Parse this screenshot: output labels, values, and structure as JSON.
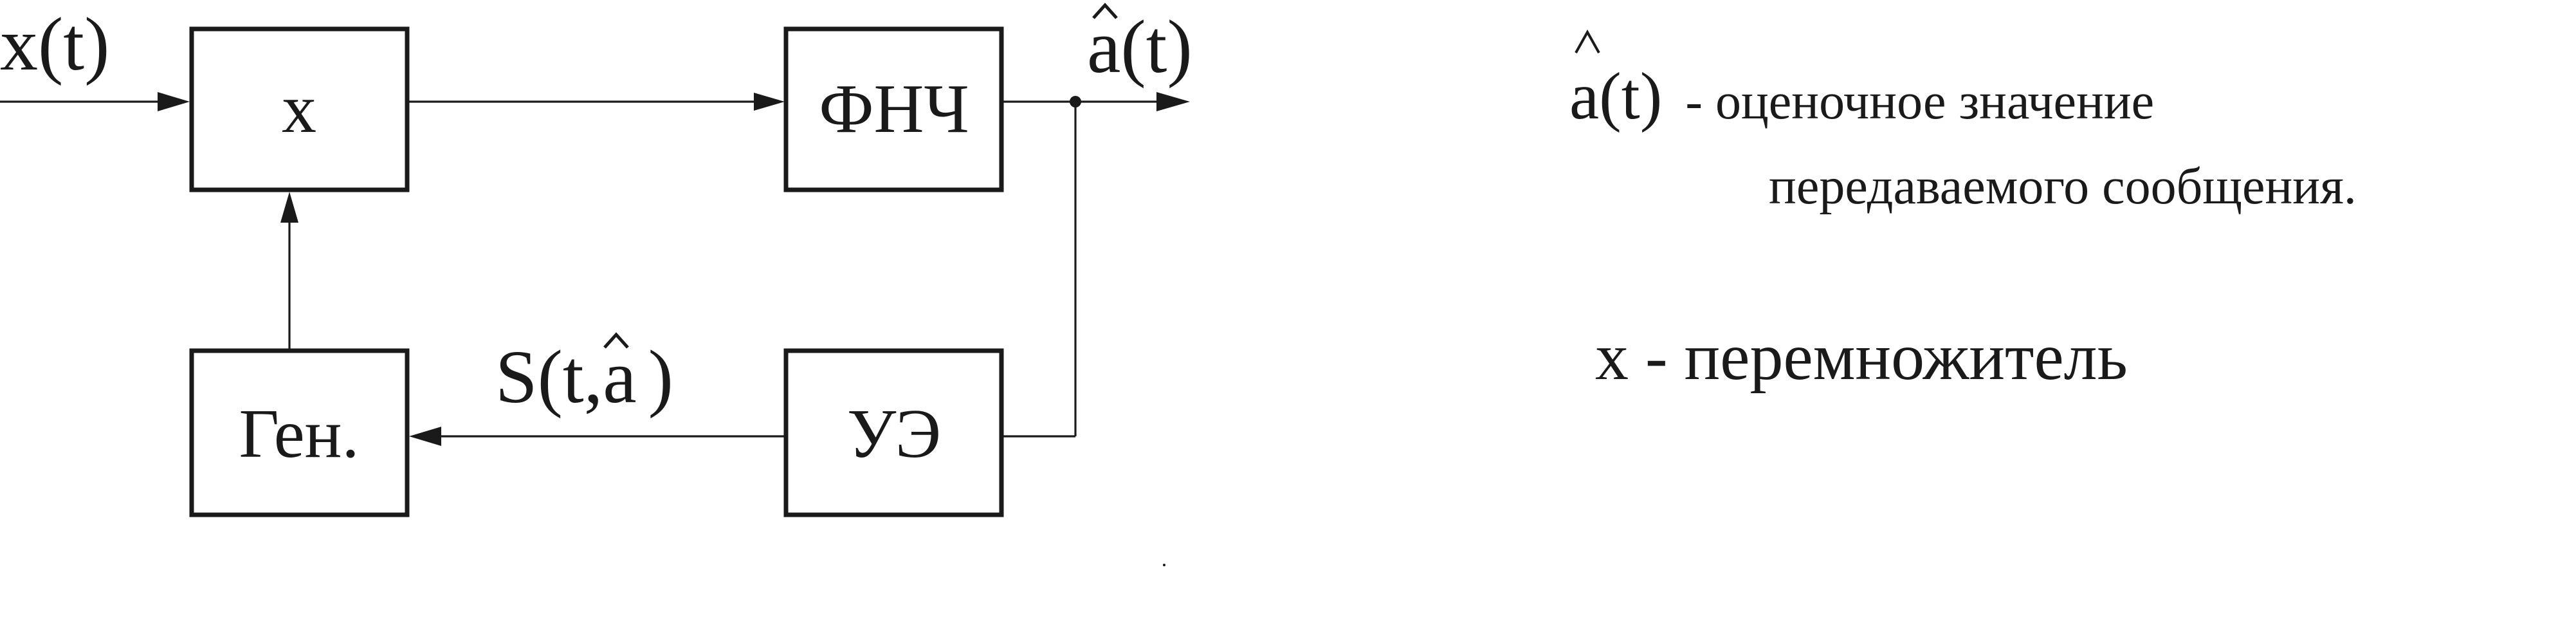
{
  "diagram": {
    "blocks": {
      "multiplier": "x",
      "lpf": "ФНЧ",
      "generator": "Ген.",
      "control": "УЭ"
    },
    "signals": {
      "input": "x(t)",
      "output": "a(t)",
      "feedback_prefix": "S(t,",
      "feedback_var": "a",
      "feedback_suffix": ")"
    }
  },
  "legend": {
    "estimate_symbol": "a(t)",
    "estimate_dash": "- ",
    "estimate_desc_1": "оценочное значение",
    "estimate_desc_2": "передаваемого сообщения.",
    "mult_symbol": "x",
    "mult_dash": " - ",
    "mult_desc": "перемножитель"
  }
}
